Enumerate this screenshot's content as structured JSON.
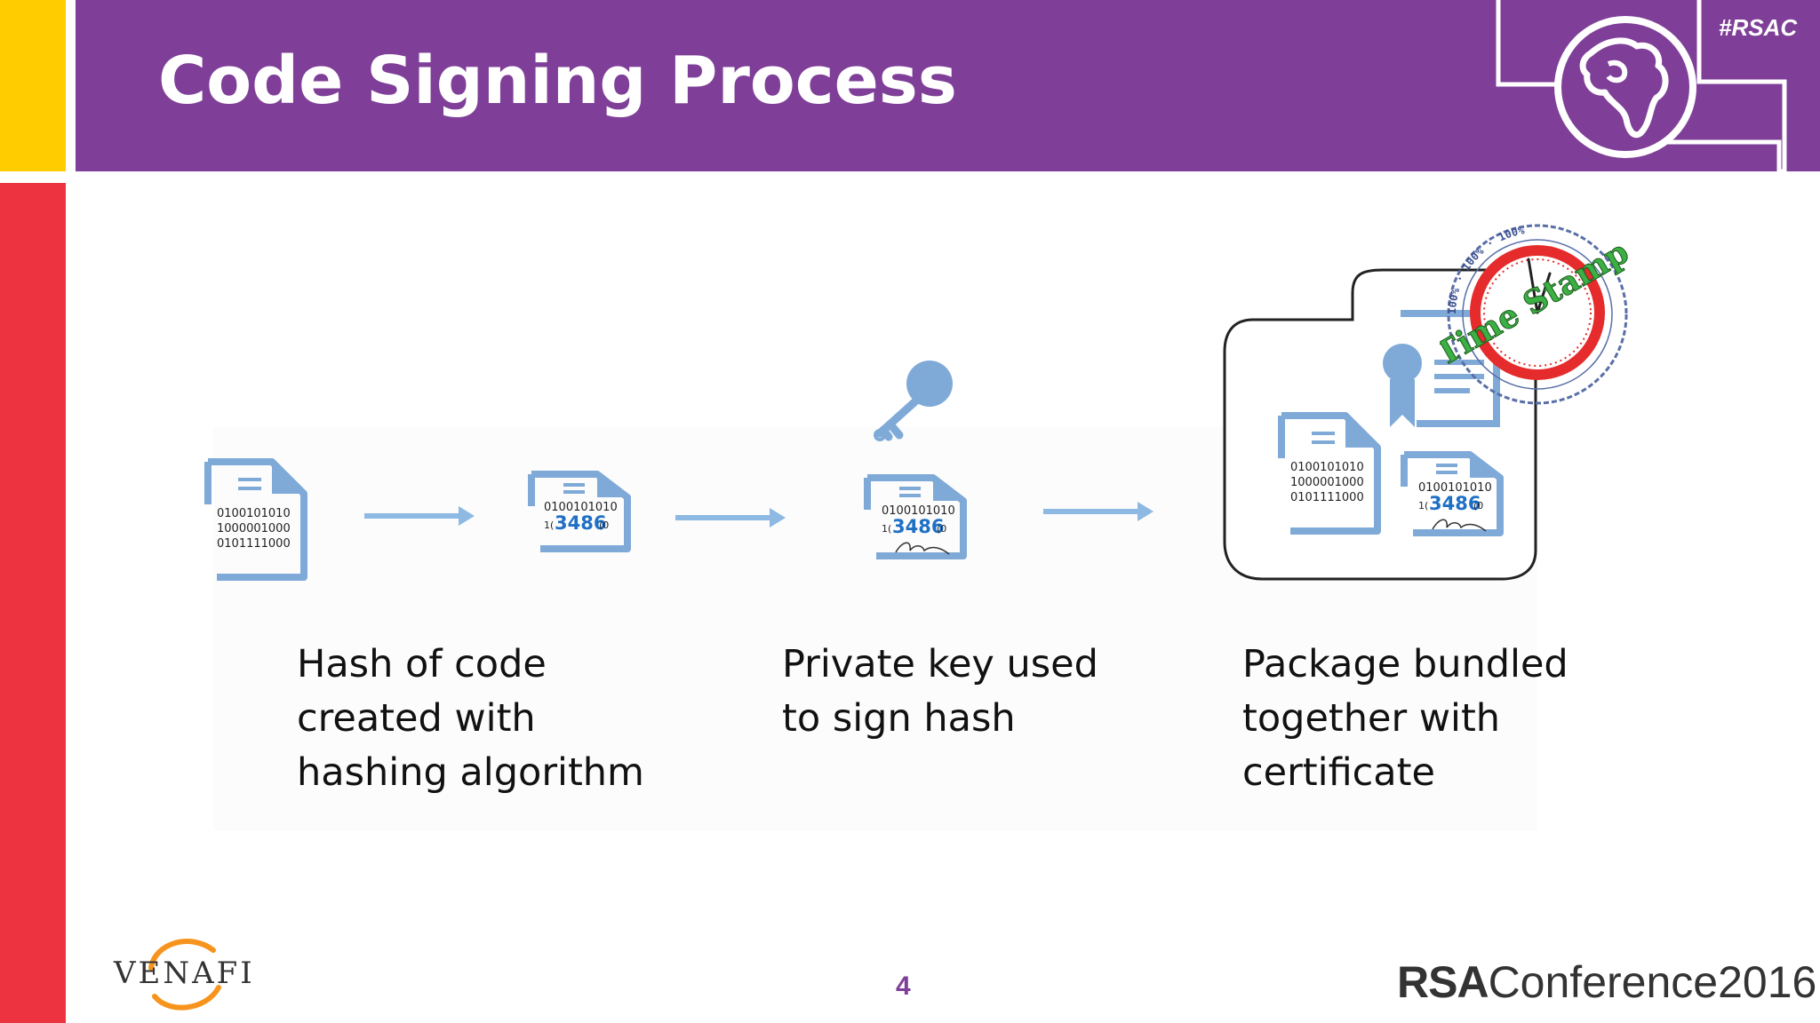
{
  "slide": {
    "title": "Code Signing Process",
    "hashtag": "#RSAC",
    "page_number": "4"
  },
  "docs": {
    "binary_line1": "0100101010",
    "binary_line2": "1000001000",
    "binary_line3": "0101111000",
    "hash_prefix": "1(",
    "hash_value": "3486",
    "hash_suffix": "(0"
  },
  "stamp": {
    "text": "Time Stamp",
    "ring_text": "100% · 100% · 100%"
  },
  "captions": {
    "hash": [
      "Hash of code",
      "created with",
      "hashing algorithm"
    ],
    "sign": [
      "Private key used",
      "to sign hash"
    ],
    "package": [
      "Package bundled",
      "together with",
      "certificate"
    ]
  },
  "footer": {
    "venafi": "VENAFI",
    "rsa": "RSA",
    "conference": "Conference2016"
  },
  "colors": {
    "purple": "#7F3F98",
    "yellow": "#FFCC00",
    "red": "#EE3340",
    "icon_blue": "#7FAAD8",
    "hash_blue": "#1F6FC5",
    "stamp_red": "#E52B2B",
    "stamp_green": "#3CB043",
    "venafi_orange": "#F7941D"
  }
}
